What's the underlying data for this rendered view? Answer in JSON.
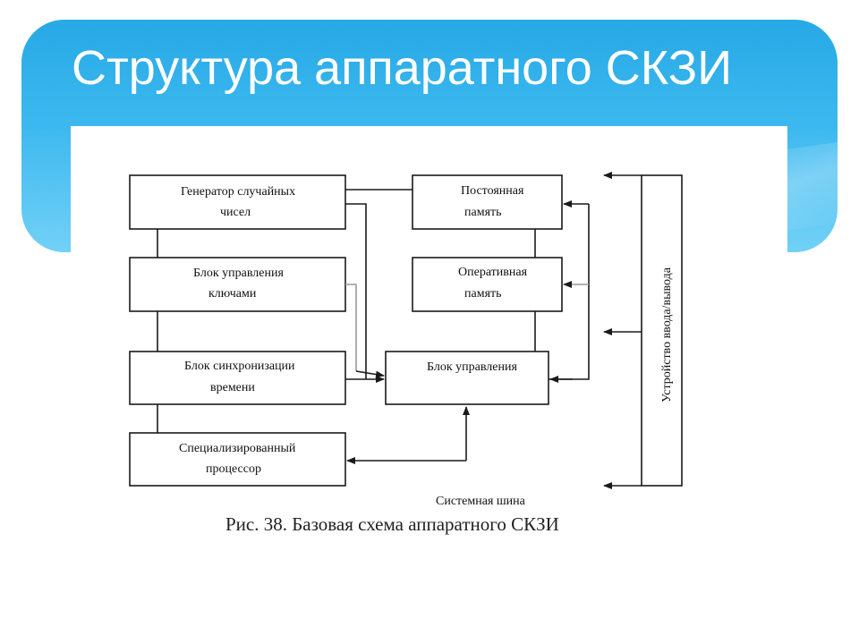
{
  "slide": {
    "title": "Структура аппаратного СКЗИ"
  },
  "diagram": {
    "blocks": {
      "rng": {
        "line1": "Генератор случайных",
        "line2": "чисел"
      },
      "key_mgmt": {
        "line1": "Блок управления",
        "line2": "ключами"
      },
      "time_sync": {
        "line1": "Блок синхронизации",
        "line2": "времени"
      },
      "processor": {
        "line1": "Специализированный",
        "line2": "процессор"
      },
      "rom": {
        "line1": "Постоянная",
        "line2": "память"
      },
      "ram": {
        "line1": "Оперативная",
        "line2": "память"
      },
      "control": {
        "line1": "Блок управления"
      },
      "io": {
        "label": "Устройство ввода/вывода"
      }
    },
    "bus_label": "Системная шина",
    "caption": "Рис. 38. Базовая схема аппаратного СКЗИ"
  },
  "colors": {
    "banner_top": "#27a9e6",
    "banner_bottom": "#72d1f6",
    "title_text": "#ffffff",
    "diagram_stroke": "#1a1a1a"
  }
}
